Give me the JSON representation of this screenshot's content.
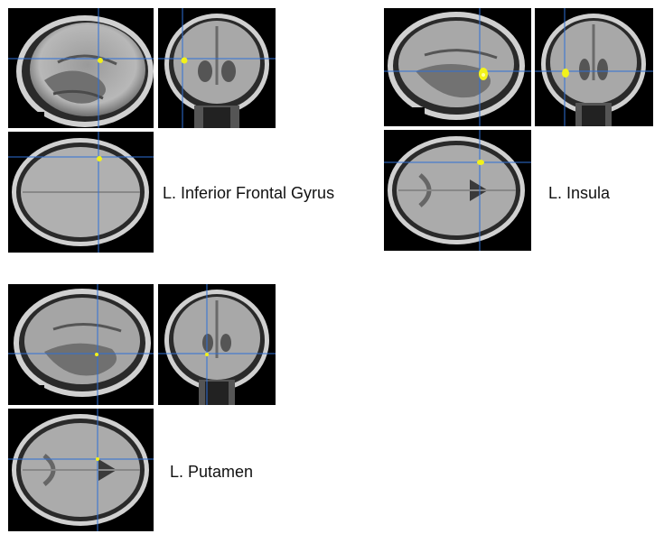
{
  "colors": {
    "background": "#000000",
    "crosshair": "#2e6fd6",
    "activation": "#f2f21a",
    "activation_core": "#ffffa0",
    "brain_light": "#bdbdbd",
    "brain_mid": "#8a8a8a",
    "brain_dark": "#3c3c3c"
  },
  "regions": [
    {
      "label": "L. Inferior Frontal Gyrus",
      "views": [
        "sagittal",
        "coronal",
        "axial"
      ],
      "activation": "small yellow cluster at crosshair intersection"
    },
    {
      "label": "L. Insula",
      "views": [
        "sagittal",
        "coronal",
        "axial"
      ],
      "activation": "yellow cluster at crosshair intersection"
    },
    {
      "label": "L. Putamen",
      "views": [
        "sagittal",
        "coronal",
        "axial"
      ],
      "activation": "small yellow cluster at crosshair intersection"
    }
  ]
}
